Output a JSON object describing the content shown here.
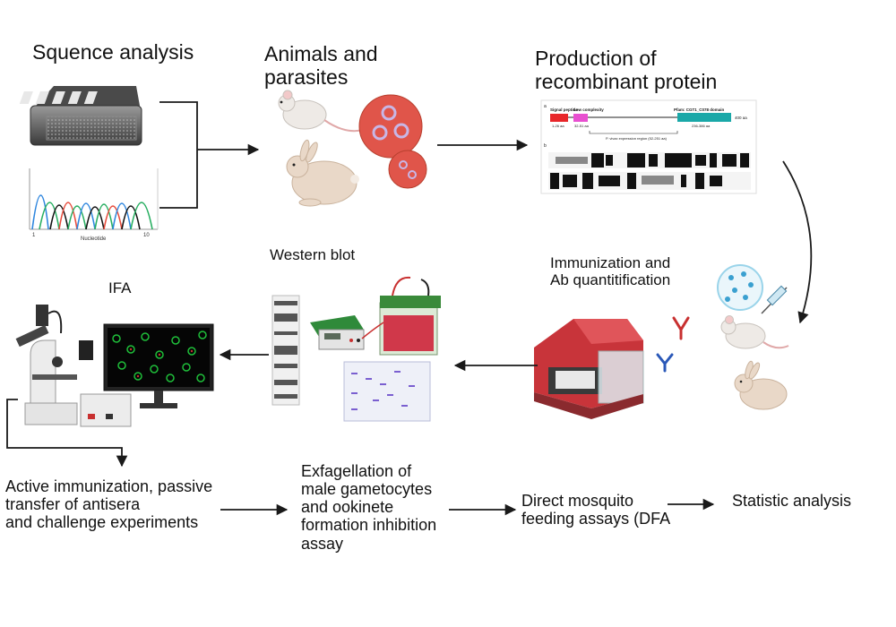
{
  "titles": {
    "sequence_analysis": "Squence analysis",
    "animals_parasites": "Animals and\nparasites",
    "recombinant_protein": "Production of\nrecombinant protein",
    "western_blot": "Western blot",
    "ifa": "IFA",
    "immunization": "Immunization and\nAb quantitification"
  },
  "steps": {
    "active_immunization": "Active immunization, passive\ntransfer of antisera\nand challenge experiments",
    "exflagellation": "Exfagellation of\nmale gametocytes\nand ookinete\nformation inhibition\nassay",
    "mosquito_feeding": "Direct mosquito\nfeeding assays (DFA",
    "statistic": "Statistic analysis"
  },
  "chromatogram": {
    "xlabel": "Nucleotide",
    "tick_start": "1",
    "tick_end": "10"
  },
  "protein_figure": {
    "panel_a": "a",
    "panel_b": "b",
    "signal_peptide": "Signal peptide",
    "signal_range": "1-26 aa",
    "low_complexity": "Low complexity",
    "low_range": "32-51 aa",
    "domain_name": "Pfam: CGT1_C078 domain",
    "domain_range": "236-386 aa",
    "length": "400 aa",
    "expression_region": "P. vivax expression region (52-251 aa)"
  },
  "colors": {
    "arrow": "#1a1a1a",
    "parasite_dish": "#e0554a",
    "signal_box": "#e8262a",
    "low_box": "#e84fd0",
    "domain_box": "#1aa8a8",
    "blot_band": "#555555",
    "gel_band": "#7a5fd0",
    "ifa_cell": "#1fbf3a",
    "hardware_red": "#c8343a",
    "antibody_red": "#c83030",
    "antibody_blue": "#2a58b8"
  }
}
